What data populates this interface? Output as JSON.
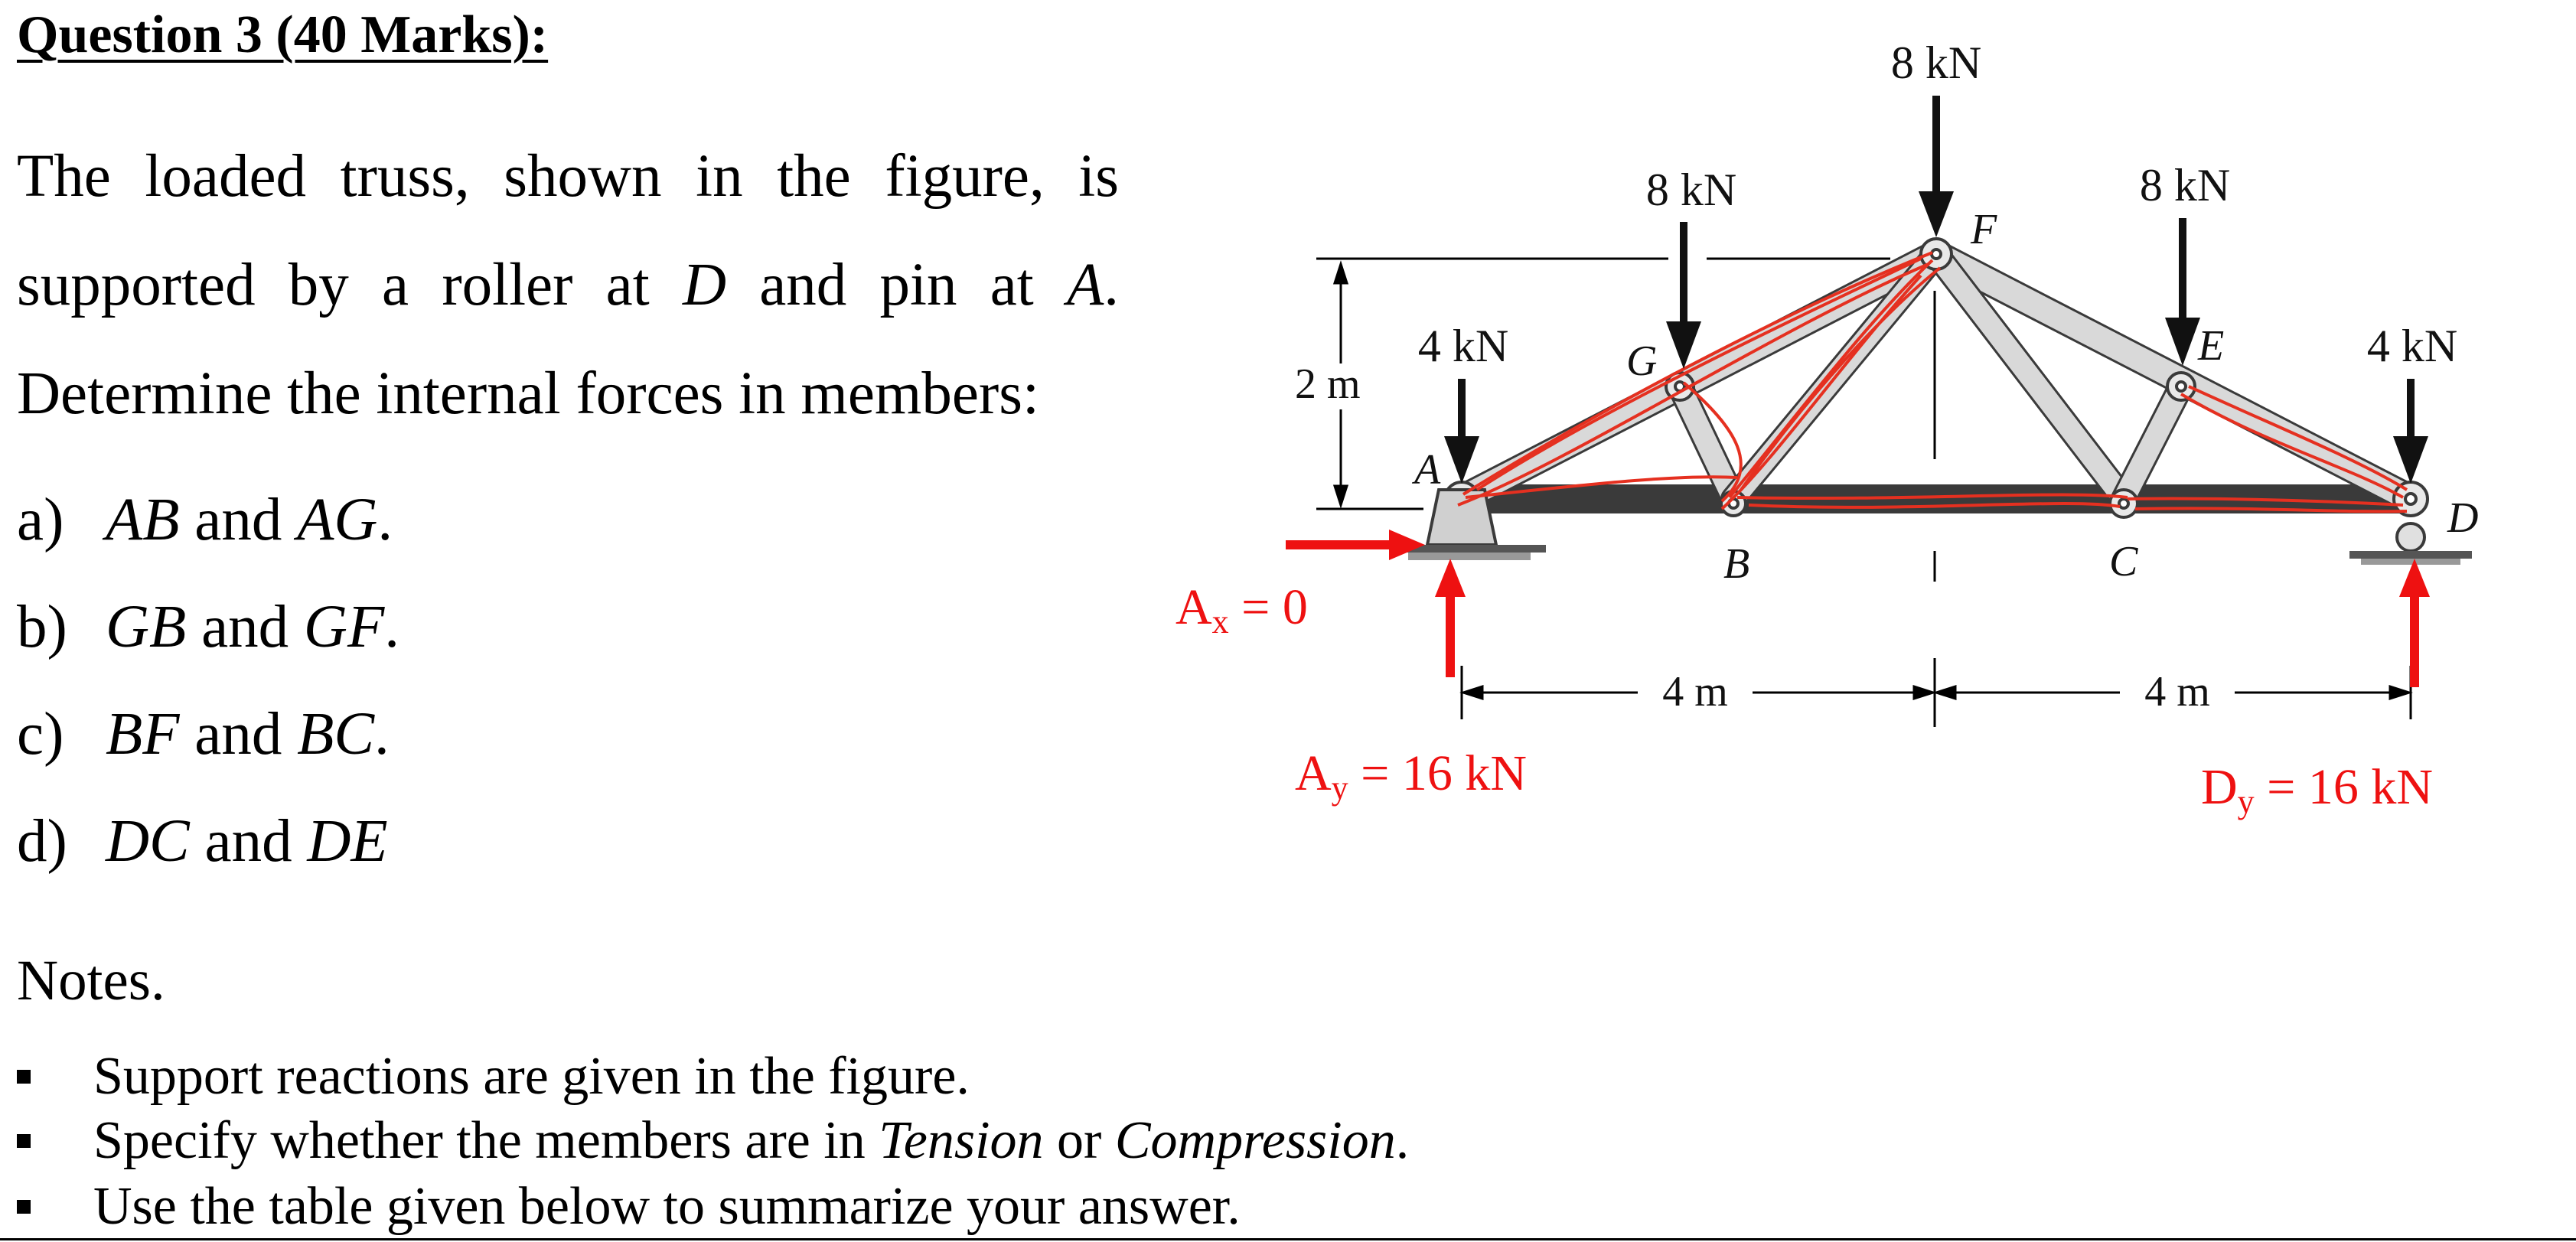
{
  "heading": "Question 3 (40 Marks):",
  "problem": {
    "line1": "The loaded truss, shown in the figure, is",
    "line2_pre": "supported by a roller at ",
    "line2_D": "D",
    "line2_mid": " and pin at ",
    "line2_A": "A",
    "line2_end": ".",
    "line3": "Determine the internal forces in members:"
  },
  "questions": [
    {
      "label": "a)",
      "m1": "AB",
      "and": " and ",
      "m2": "AG",
      "end": "."
    },
    {
      "label": "b)",
      "m1": "GB",
      "and": " and ",
      "m2": "GF",
      "end": "."
    },
    {
      "label": "c)",
      "m1": "BF",
      "and": " and ",
      "m2": "BC",
      "end": "."
    },
    {
      "label": "d)",
      "m1": "DC",
      "and": " and ",
      "m2": "DE",
      "end": ""
    }
  ],
  "notes": {
    "title": "Notes.",
    "n1": "Support reactions are given in the figure.",
    "n2_pre": "Specify whether the members are in ",
    "n2_tension": "Tension",
    "n2_or": " or ",
    "n2_compression": "Compression",
    "n2_end": ".",
    "n3": "Use the table given below to summarize your answer."
  },
  "figure": {
    "loads": {
      "F": "8 kN",
      "G": "8 kN",
      "E": "8 kN",
      "A": "4 kN",
      "D": "4 kN"
    },
    "nodes": {
      "A": "A",
      "B": "B",
      "C": "C",
      "D": "D",
      "E": "E",
      "F": "F",
      "G": "G"
    },
    "dims": {
      "height": "2 m",
      "left_span": "4 m",
      "right_span": "4 m"
    },
    "reactions": {
      "Ax_main": "A",
      "Ax_sub": "x",
      "Ax_val": " = 0",
      "Ay_main": "A",
      "Ay_sub": "y",
      "Ay_val": " = 16 kN",
      "Dy_main": "D",
      "Dy_sub": "y",
      "Dy_val": " = 16 kN"
    },
    "colors": {
      "reaction": "#ee1111",
      "member": "#d9d9d9",
      "member_edge": "#3a3a3a",
      "scribble": "#e53020"
    }
  }
}
